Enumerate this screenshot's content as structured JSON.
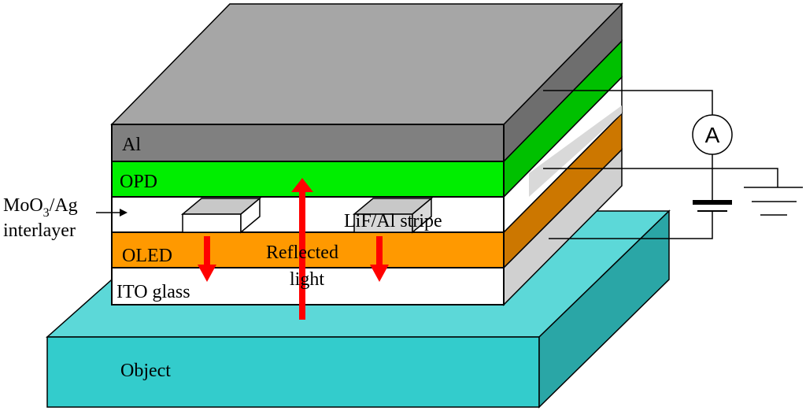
{
  "layers": {
    "al": "Al",
    "opd": "OPD",
    "interlayer_line1": "MoO",
    "interlayer_sub": "3",
    "interlayer_line1_rest": "/Ag",
    "interlayer_line2": "interlayer",
    "stripe": "LiF/Al stripe",
    "oled": "OLED",
    "ito": "ITO glass",
    "object": "Object"
  },
  "annotations": {
    "reflected_line1": "Reflected",
    "reflected_line2": "light"
  },
  "circuit": {
    "meter": "A"
  },
  "colors": {
    "al_front": "#808080",
    "al_top": "#a6a6a6",
    "al_side": "#6e6e6e",
    "opd": "#00ee00",
    "opd_side": "#00c000",
    "oled": "#ff9900",
    "oled_side": "#cc7700",
    "object_front": "#33cccc",
    "object_top": "#5cd8d8",
    "object_side": "#2aa6a6",
    "arrow": "#ff0000"
  }
}
